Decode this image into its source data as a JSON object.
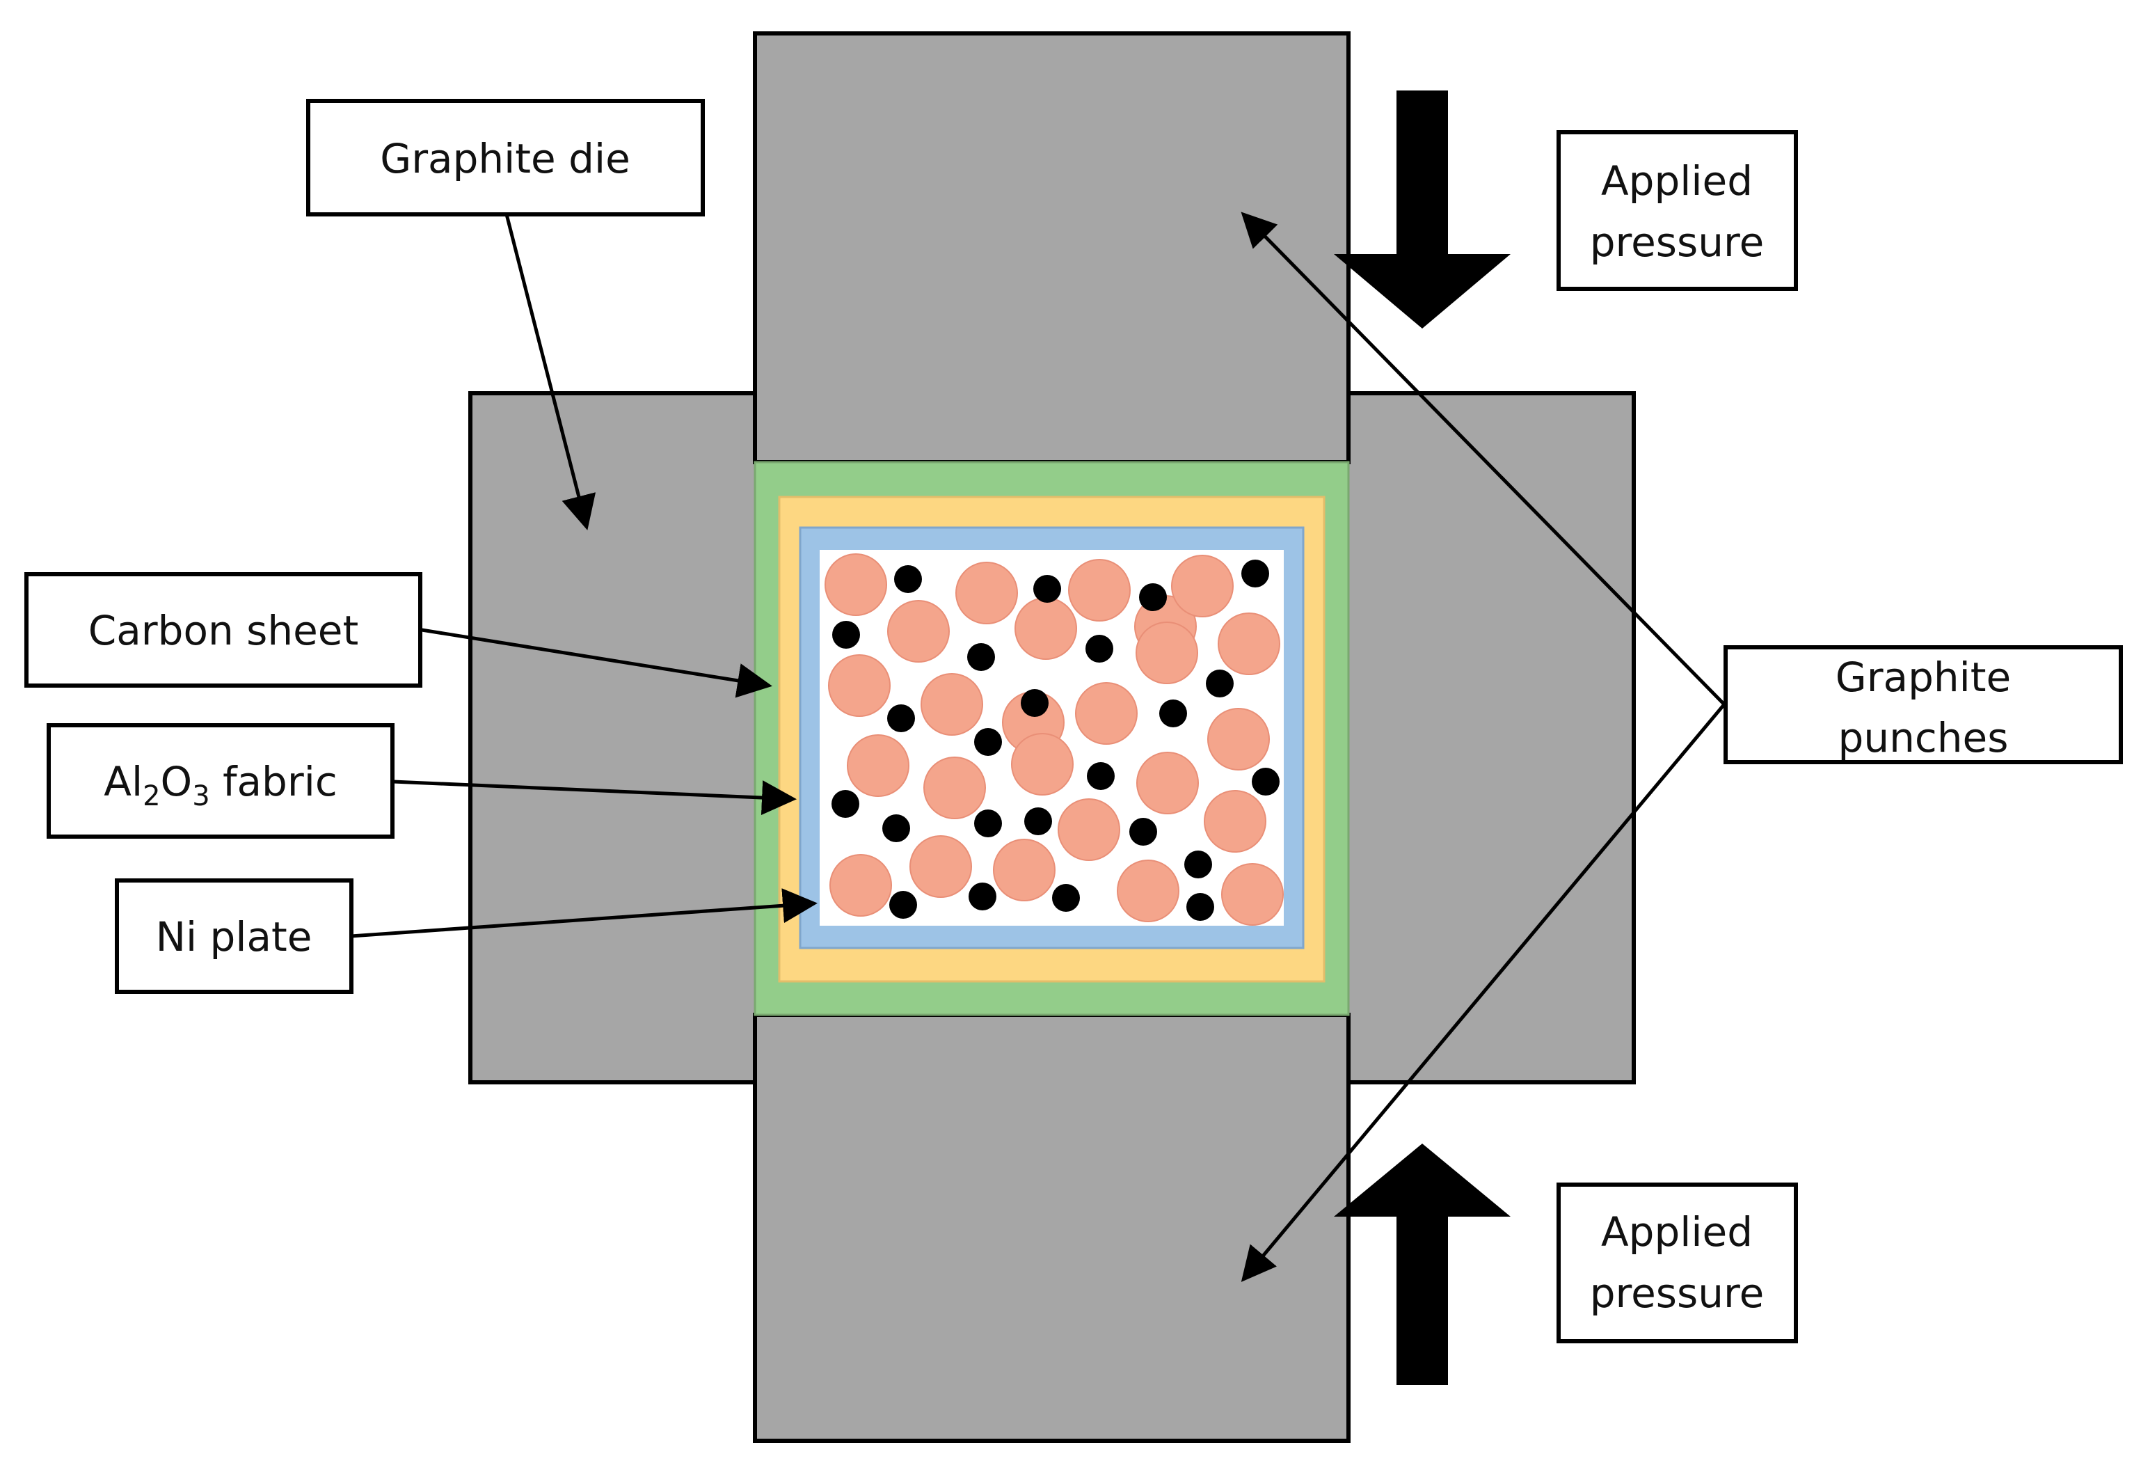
{
  "labels": {
    "graphite_die": "Graphite die",
    "applied_pressure_top_line1": "Applied",
    "applied_pressure_top_line2": "pressure",
    "applied_pressure_bottom_line1": "Applied",
    "applied_pressure_bottom_line2": "pressure",
    "carbon_sheet": "Carbon sheet",
    "al2o3_prefix": "Al",
    "al2o3_sub1": "2",
    "al2o3_mid": "O",
    "al2o3_sub2": "3",
    "al2o3_suffix": " fabric",
    "ni_plate": "Ni plate",
    "graphite_punches_line1": "Graphite",
    "graphite_punches_line2": "punches"
  },
  "colors": {
    "graphite": "#a6a6a6",
    "carbon_sheet": "#93cd8a",
    "al2o3_fabric": "#fdd782",
    "ni_plate": "#9dc3e6",
    "powder_large": "#f4a58c",
    "powder_small": "#000000",
    "outline": "#000000"
  }
}
